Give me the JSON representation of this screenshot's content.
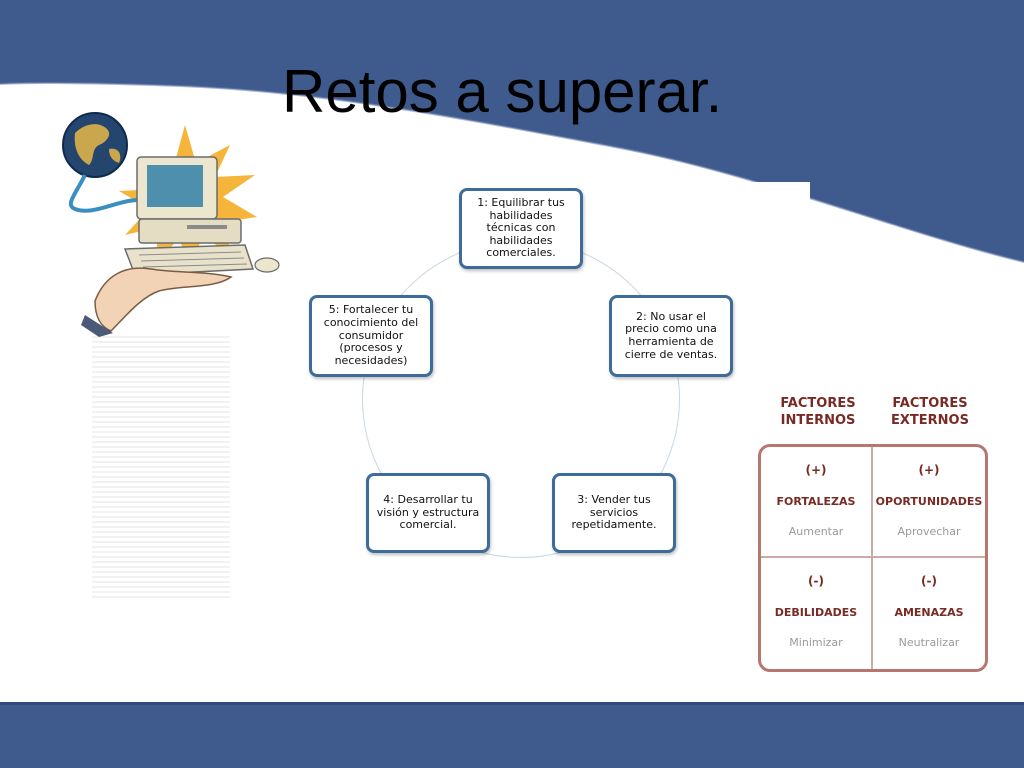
{
  "slide": {
    "title": "Retos a superar."
  },
  "colors": {
    "band": "#3f5a8c",
    "band_dark": "#34497a",
    "node_border": "#3d6b9a",
    "swot_text": "#7a2a24",
    "swot_border": "#b87670"
  },
  "illustration": {
    "icon": "computer-with-globe-icon"
  },
  "cycle": {
    "nodes": [
      {
        "label": "1: Equilibrar tus habilidades técnicas con habilidades comerciales."
      },
      {
        "label": "2: No usar el precio como una herramienta de cierre de ventas."
      },
      {
        "label": "3: Vender tus servicios repetidamente."
      },
      {
        "label": "4: Desarrollar tu visión y estructura comercial."
      },
      {
        "label": "5: Fortalecer tu conocimiento del consumidor (procesos y necesidades)"
      }
    ]
  },
  "swot": {
    "headers": [
      "FACTORES INTERNOS",
      "FACTORES EXTERNOS"
    ],
    "cells": [
      {
        "sign": "(+)",
        "name": "FORTALEZAS",
        "action": "Aumentar"
      },
      {
        "sign": "(+)",
        "name": "OPORTUNIDADES",
        "action": "Aprovechar"
      },
      {
        "sign": "(-)",
        "name": "DEBILIDADES",
        "action": "Minimizar"
      },
      {
        "sign": "(-)",
        "name": "AMENAZAS",
        "action": "Neutralizar"
      }
    ]
  }
}
